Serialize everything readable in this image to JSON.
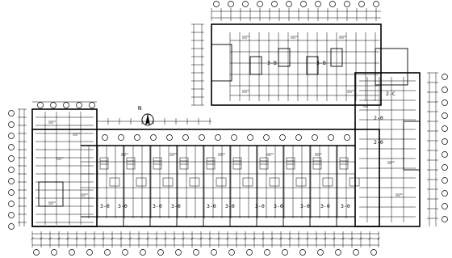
{
  "drawing": {
    "north_label": "N",
    "unit_tags": {
      "south_wing": [
        "3-0",
        "3-0",
        "3-0",
        "3-0",
        "3-0",
        "3-0",
        "3-0",
        "3-0",
        "3-0",
        "3-0",
        "3-0"
      ],
      "north_wing": [
        "3-B",
        "3-B"
      ],
      "east_wing": [
        "2-0",
        "2-0",
        "2-C"
      ]
    }
  }
}
